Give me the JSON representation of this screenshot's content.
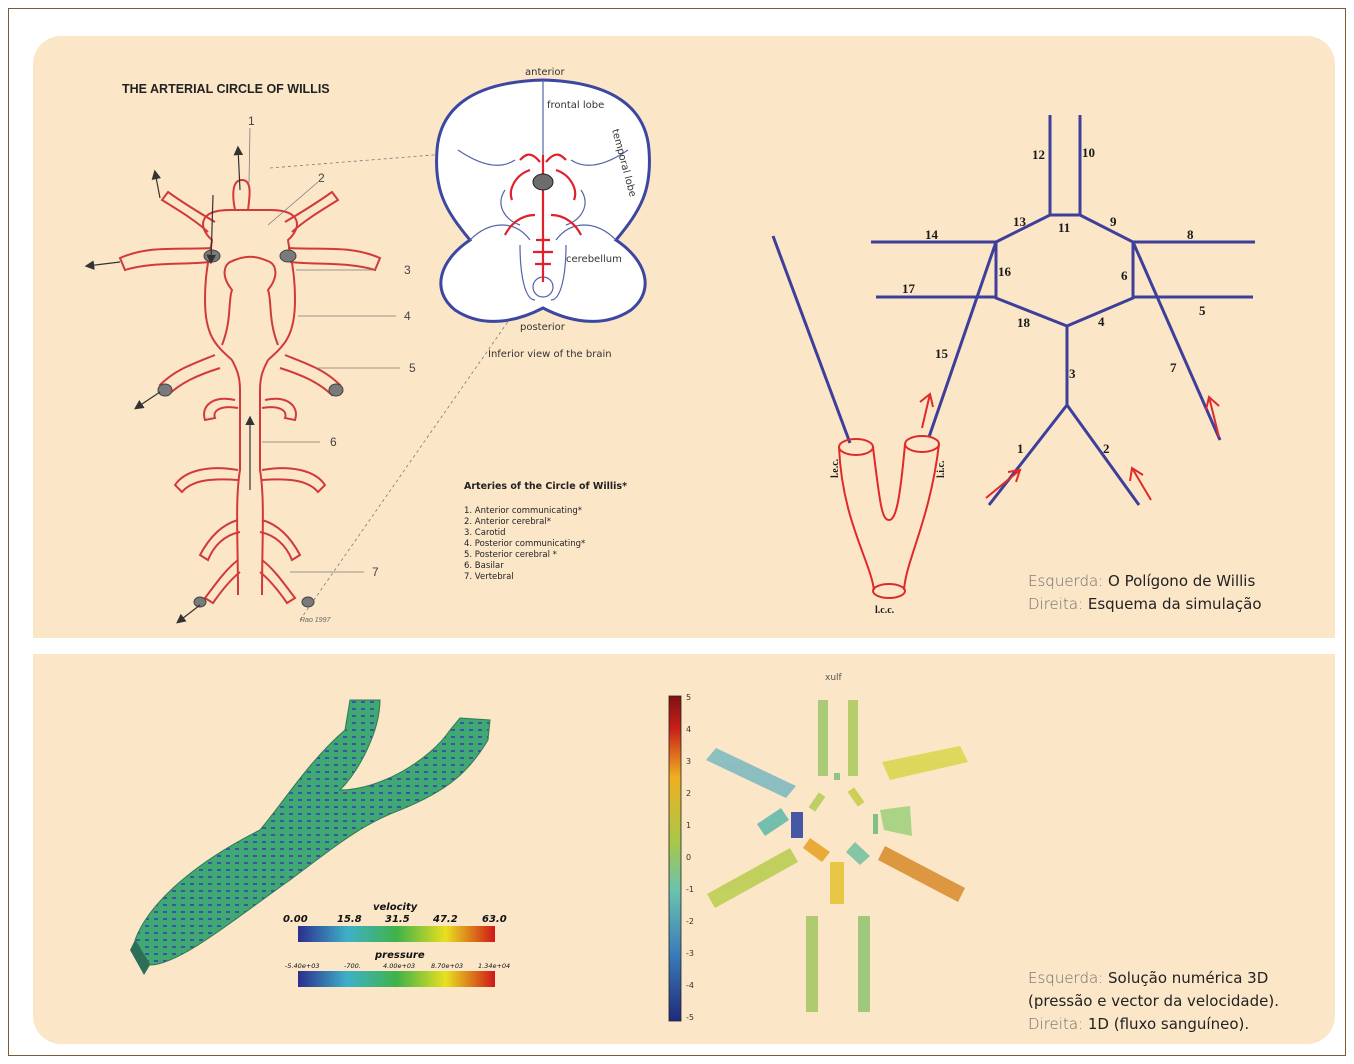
{
  "top_panel": {
    "willis_title": "THE ARTERIAL CIRCLE OF WILLIS",
    "willis_numbers": [
      "1",
      "2",
      "3",
      "4",
      "5",
      "6",
      "7"
    ],
    "signature": "Rao 1997",
    "brain": {
      "anterior": "anterior",
      "frontal_lobe": "frontal lobe",
      "temporal_lobe": "temporal lobe",
      "cerebellum": "cerebellum",
      "posterior": "posterior",
      "caption": "Inferior view of the brain"
    },
    "arteries": {
      "title": "Arteries of the Circle of Willis*",
      "items": [
        "1. Anterior communicating*",
        "2. Anterior cerebral*",
        "3. Carotid",
        "4. Posterior communicating*",
        "5. Posterior cerebral *",
        "6. Basilar",
        "7. Vertebral"
      ]
    },
    "schema_numbers": [
      "1",
      "2",
      "3",
      "4",
      "5",
      "6",
      "7",
      "8",
      "9",
      "10",
      "11",
      "12",
      "13",
      "14",
      "15",
      "16",
      "17",
      "18"
    ],
    "carotid_labels": {
      "left": "l.e.c.",
      "right": "l.i.c.",
      "bottom": "l.c.c."
    },
    "caption": {
      "left_label": "Esquerda:",
      "left_text": "O Polígono de Willis",
      "right_label": "Direita:",
      "right_text": "Esquema da simulação"
    }
  },
  "bottom_panel": {
    "velocity": {
      "title": "velocity",
      "ticks": [
        "0.00",
        "15.8",
        "31.5",
        "47.2",
        "63.0"
      ]
    },
    "pressure": {
      "title": "pressure",
      "ticks": [
        "-5.40e+03",
        "-700.",
        "4.00e+03",
        "8.70e+03",
        "1.34e+04"
      ]
    },
    "flux": {
      "title": "xulf",
      "ticks": [
        "5",
        "4",
        "3",
        "2",
        "1",
        "0",
        "-1",
        "-2",
        "-3",
        "-4",
        "-5"
      ]
    },
    "caption": {
      "left_label": "Esquerda:",
      "left_text": "Solução numérica 3D",
      "line2": "(pressão e vector da velocidade).",
      "right_label": "Direita:",
      "right_text": "1D (fluxo sanguíneo)."
    }
  },
  "colors": {
    "panel": "#fbe6c8",
    "schema_blue": "#3d3f9a",
    "artery_red": "#cc2a2a"
  }
}
